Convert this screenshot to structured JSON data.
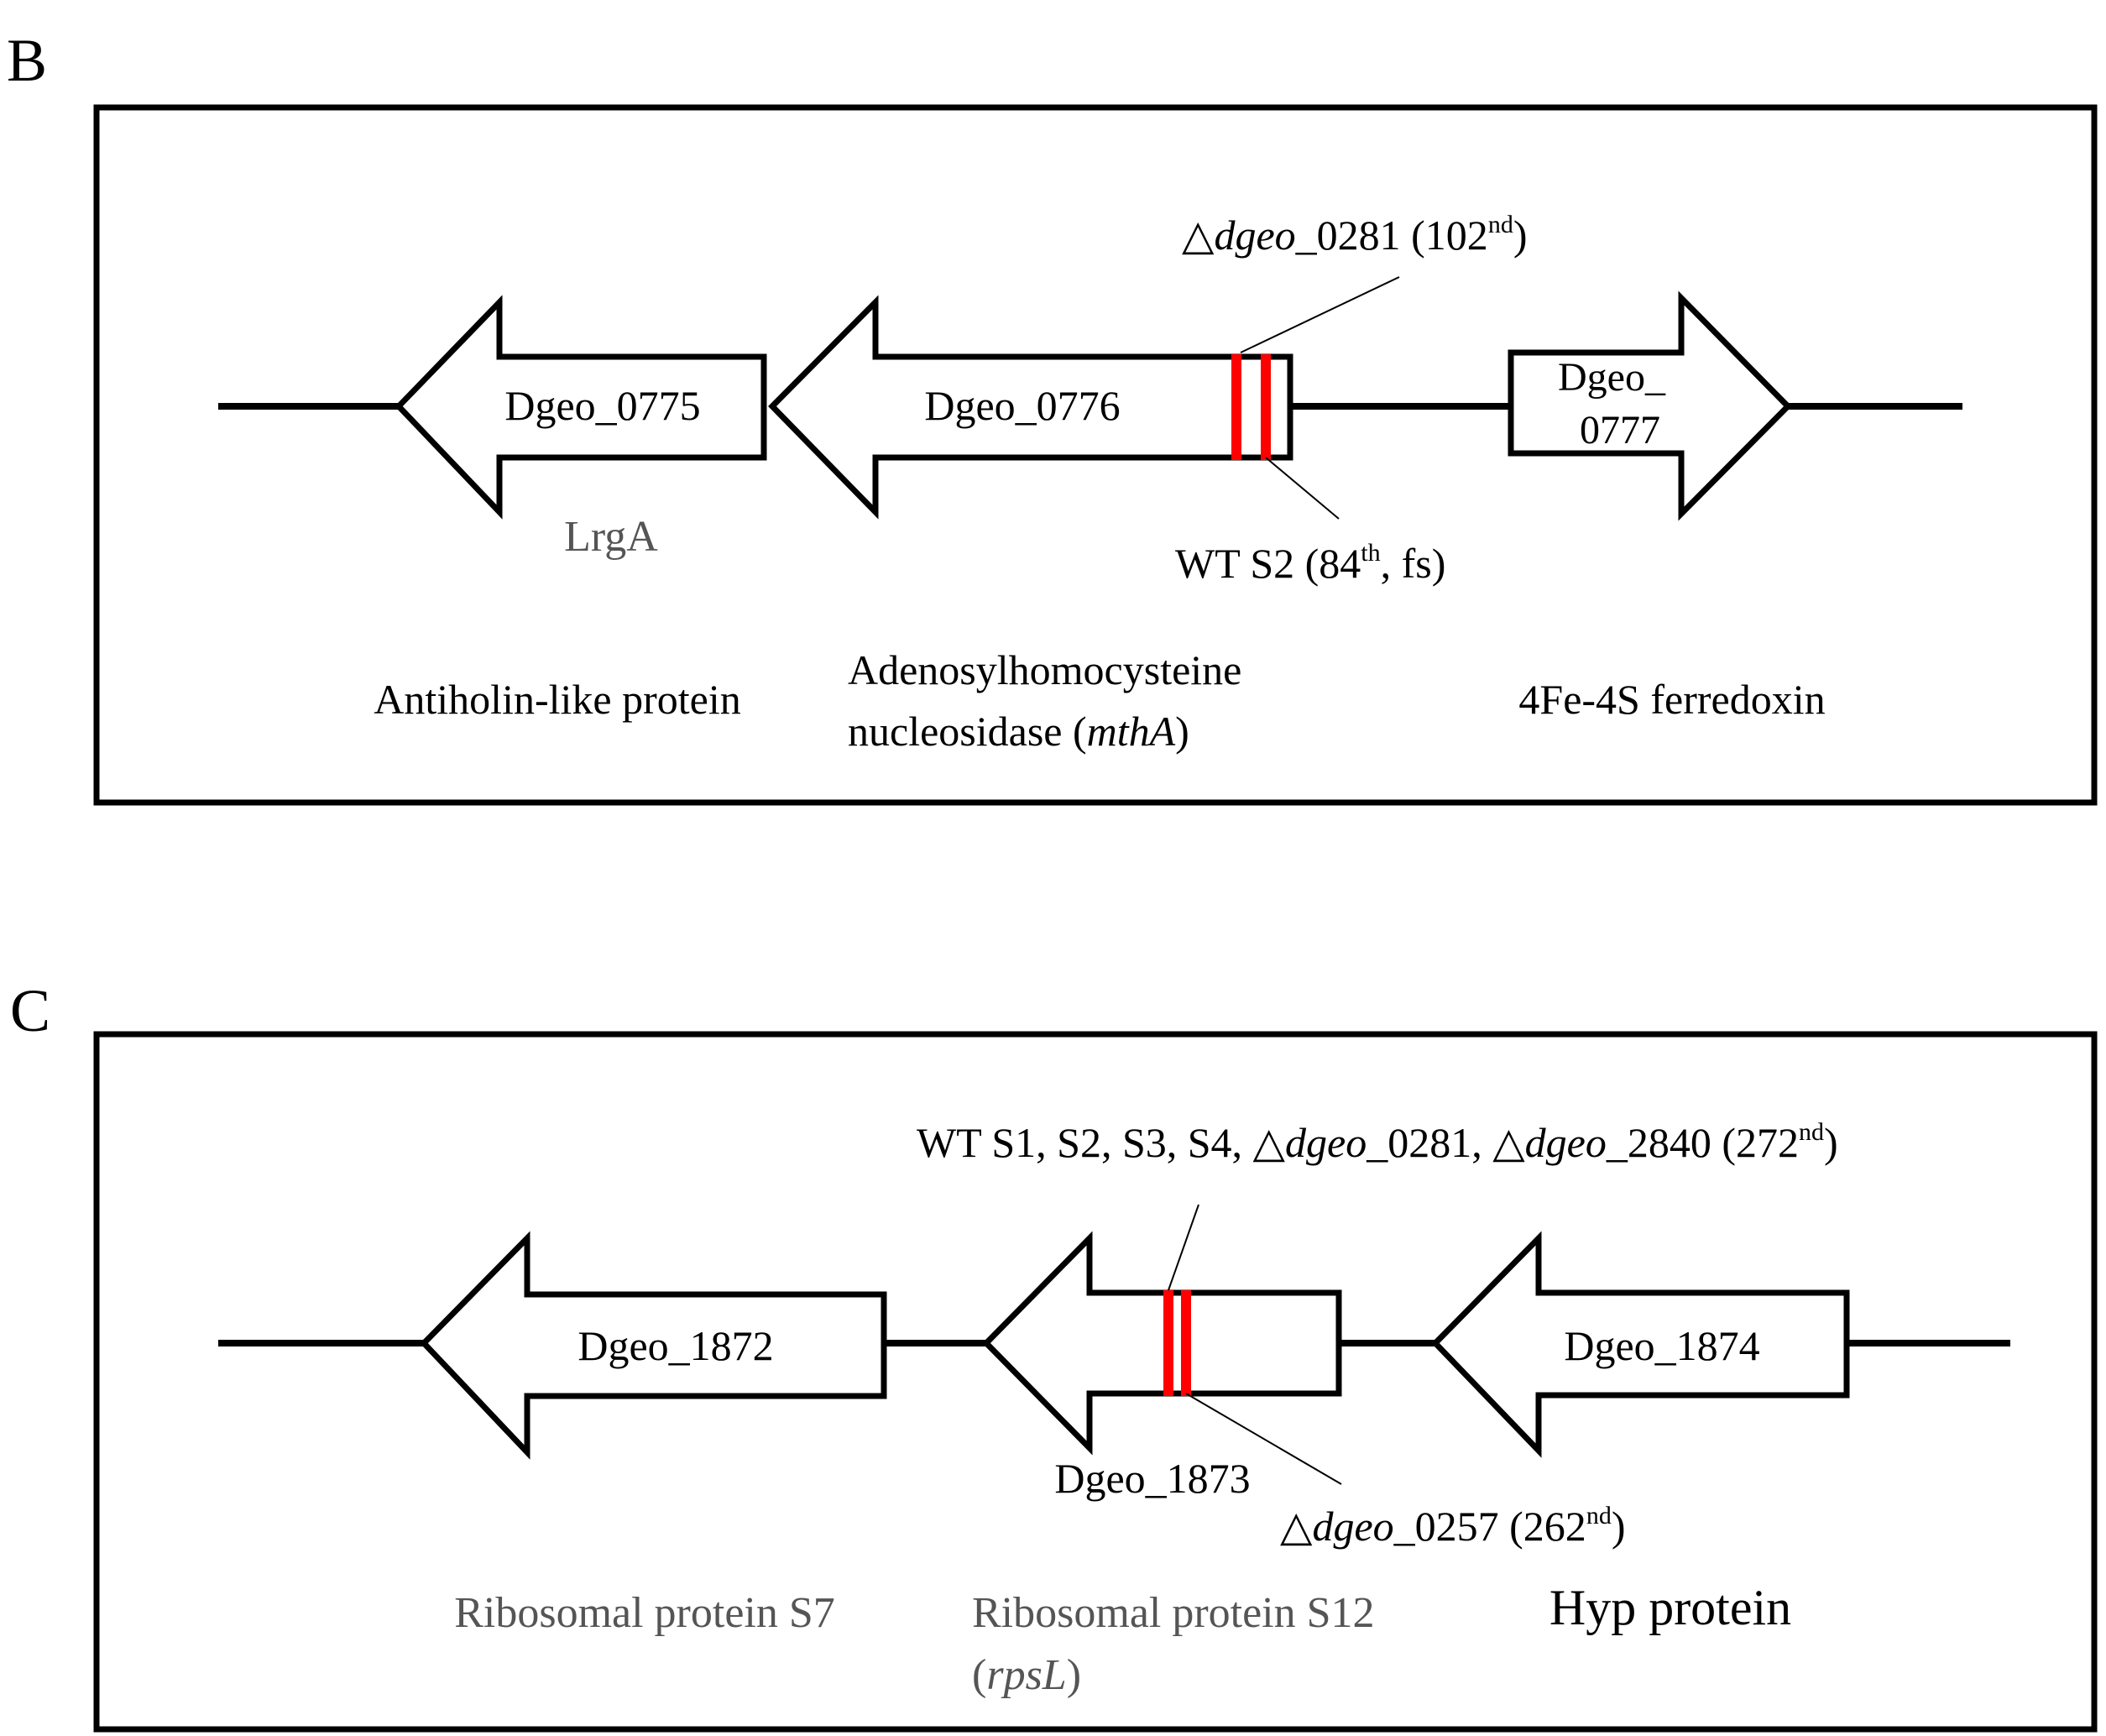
{
  "panels": [
    {
      "letter": "B",
      "genes": [
        {
          "id": "Dgeo_0775",
          "label": "Dgeo_0775",
          "direction": "left"
        },
        {
          "id": "Dgeo_0776",
          "label": "Dgeo_0776",
          "direction": "left"
        },
        {
          "id": "Dgeo_0777",
          "label_line1": "Dgeo_",
          "label_line2": "0777",
          "direction": "right"
        }
      ],
      "annotations": {
        "top": {
          "prefix": "△",
          "italic": "dgeo",
          "rest": "_0281 (102",
          "sup": "nd",
          "close": ")"
        },
        "bottom": {
          "text": "WT S2 (84",
          "sup": "th",
          "rest": ", fs)"
        }
      },
      "alias": "LrgA",
      "descriptions": {
        "d0775": "Antiholin-like protein",
        "d0776_line1": "Adenosylhomocysteine",
        "d0776_line2_plain": "nucleosidase (",
        "d0776_line2_italic": "mthA",
        "d0776_line2_close": ")",
        "d0777": "4Fe-4S ferredoxin"
      },
      "mutation_color": "#ff0000"
    },
    {
      "letter": "C",
      "genes": [
        {
          "id": "Dgeo_1872",
          "label": "Dgeo_1872",
          "direction": "left"
        },
        {
          "id": "Dgeo_1873",
          "label": "Dgeo_1873",
          "direction": "left"
        },
        {
          "id": "Dgeo_1874",
          "label": "Dgeo_1874",
          "direction": "left"
        }
      ],
      "annotations": {
        "top": {
          "part1": "WT S1, S2, S3, S4, △",
          "italic1": "dgeo",
          "part2": "_0281, △",
          "italic2": "dgeo",
          "part3": "_2840 (272",
          "sup": "nd",
          "close": ")"
        },
        "bottom": {
          "prefix": "△",
          "italic": "dgeo",
          "rest": "_0257 (262",
          "sup": "nd",
          "close": ")"
        }
      },
      "descriptions": {
        "d1872": "Ribosomal protein S7",
        "d1873_line1": "Ribosomal protein S12",
        "d1873_line2_open": "(",
        "d1873_line2_italic": "rpsL",
        "d1873_line2_close": ")",
        "d1874": "Hyp protein"
      },
      "mutation_color": "#ff0000"
    }
  ]
}
